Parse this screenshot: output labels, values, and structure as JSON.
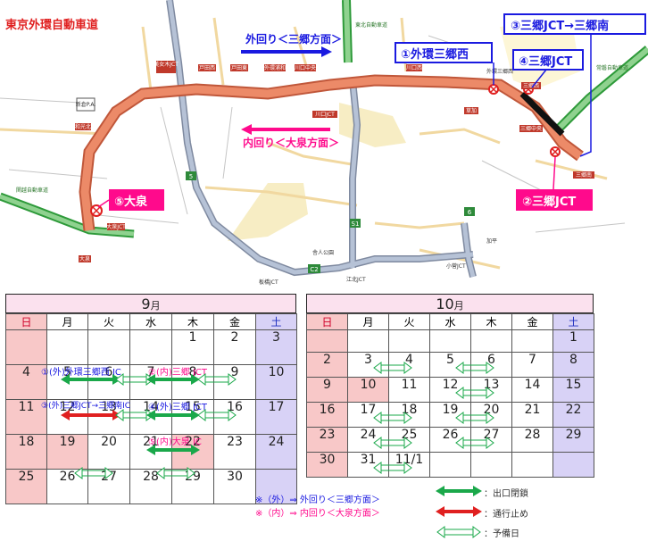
{
  "map": {
    "title": "東京外環自動車道",
    "outer_loop": "外回り＜三郷方面＞",
    "inner_loop": "内回り＜大泉方面＞",
    "callouts": [
      {
        "text": "①外環三郷西"
      },
      {
        "text": "②三郷JCT"
      },
      {
        "text": "③三郷JCT→三郷南"
      },
      {
        "text": "④三郷JCT"
      },
      {
        "text": "⑤大泉"
      }
    ],
    "place_labels": [
      "美女木JCT",
      "戸田西",
      "戸田東",
      "外環浦和",
      "川口中央",
      "川口西",
      "新倉P.A.",
      "和光北",
      "大泉JCT",
      "大泉",
      "草加",
      "川口JCT",
      "三郷南",
      "三郷中央",
      "三郷西",
      "東北自動車道",
      "常磐自動車道",
      "関越自動車道",
      "外環三郷西",
      "小菅JCT",
      "江北JCT",
      "板橋JCT",
      "加平",
      "舎人公園",
      "S1",
      "6",
      "5",
      "C2"
    ]
  },
  "calendars": [
    {
      "month_num": "9",
      "month_unit": "月",
      "weekdays": [
        "日",
        "月",
        "火",
        "水",
        "木",
        "金",
        "土"
      ],
      "rows": [
        [
          "",
          "",
          "",
          "",
          "1",
          "2",
          "3"
        ],
        [
          "4",
          "5",
          "6",
          "7",
          "8",
          "9",
          "10"
        ],
        [
          "11",
          "12",
          "13",
          "14",
          "15",
          "16",
          "17"
        ],
        [
          "18",
          "19",
          "20",
          "21",
          "22",
          "23",
          "24"
        ],
        [
          "25",
          "26",
          "27",
          "28",
          "29",
          "30",
          ""
        ]
      ],
      "annotations": {
        "sotogan_misatonishi": "①(外)外環三郷西 IC",
        "uchi_misato": "②(内)三郷 JCT",
        "soto_misato_to_minami": "③(外)三郷JCT→三郷南IC",
        "soto_misato": "④(外)三郷 JCT",
        "uchi_oizumi": "⑤(内)大泉 IC"
      }
    },
    {
      "month_num": "10",
      "month_unit": "月",
      "weekdays": [
        "日",
        "月",
        "火",
        "水",
        "木",
        "金",
        "土"
      ],
      "rows": [
        [
          "",
          "",
          "",
          "",
          "",
          "",
          "1"
        ],
        [
          "2",
          "3",
          "4",
          "5",
          "6",
          "7",
          "8"
        ],
        [
          "9",
          "10",
          "11",
          "12",
          "13",
          "14",
          "15"
        ],
        [
          "16",
          "17",
          "18",
          "19",
          "20",
          "21",
          "22"
        ],
        [
          "23",
          "24",
          "25",
          "26",
          "27",
          "28",
          "29"
        ],
        [
          "30",
          "31",
          "11/1",
          "",
          "",
          "",
          ""
        ]
      ]
    }
  ],
  "notes": {
    "soto": "※（外）⇒ 外回り＜三郷方面＞",
    "uchi": "※（内）⇒ 内回り＜大泉方面＞"
  },
  "legend": {
    "exit_closed": "：出口閉鎖",
    "road_closed": "：通行止め",
    "reserve_day": "：予備日"
  },
  "colors": {
    "green": "#1aa84a",
    "red": "#e02020",
    "pink": "#ff0a8c",
    "blue": "#1a1ae0",
    "route_orange": "#ec8a68",
    "route_gray": "#b6c2d6"
  }
}
